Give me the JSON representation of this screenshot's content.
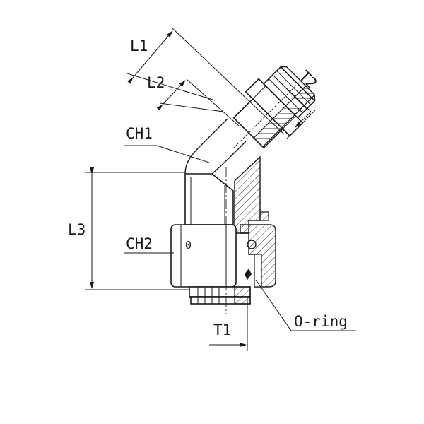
{
  "labels": {
    "l1": "L1",
    "l2": "L2",
    "t2": "T2",
    "ch1": "CH1",
    "l3": "L3",
    "ch2": "CH2",
    "nut_mark": "0",
    "t1": "T1",
    "o_ring": "O-ring"
  },
  "colors": {
    "ink": "#1a1a1a",
    "background": "#ffffff"
  }
}
